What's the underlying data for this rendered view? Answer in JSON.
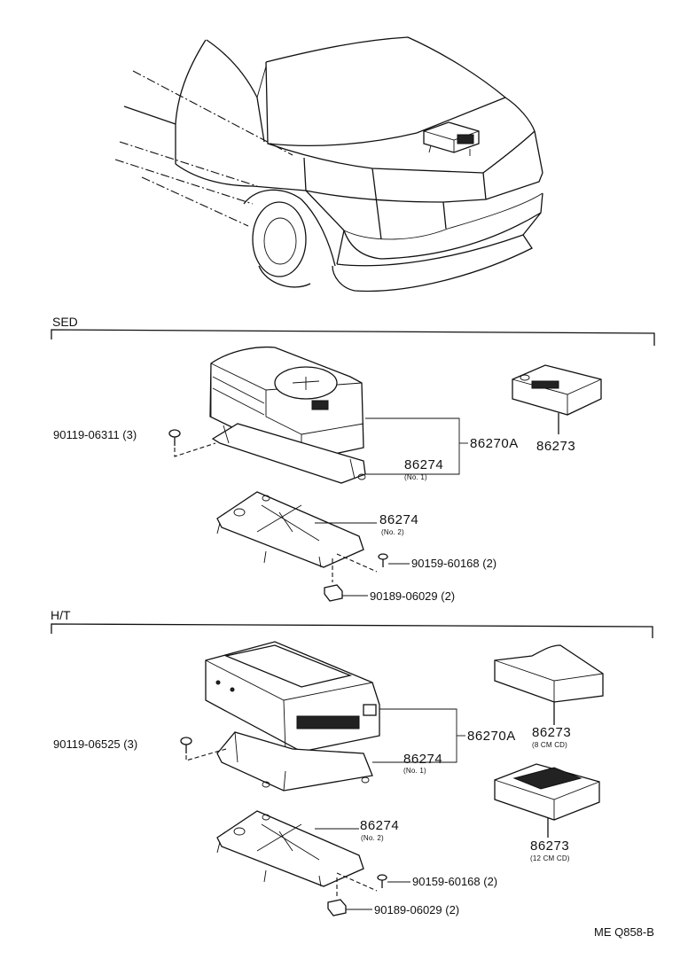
{
  "sections": {
    "sedan": "SED",
    "hardtop": "H/T"
  },
  "sed_parts": {
    "bolt": "90119-06311 (3)",
    "changer": "86270A",
    "bracket1": "86274",
    "bracket1_note": "(No. 1)",
    "bracket2": "86274",
    "bracket2_note": "(No. 2)",
    "screw": "90159-60168 (2)",
    "clip": "90189-06029 (2)",
    "magazine": "86273"
  },
  "ht_parts": {
    "bolt": "90119-06525 (3)",
    "changer": "86270A",
    "bracket1": "86274",
    "bracket1_note": "(No. 1)",
    "bracket2": "86274",
    "bracket2_note": "(No. 2)",
    "screw": "90159-60168 (2)",
    "clip": "90189-06029 (2)",
    "magazine_8": "86273",
    "magazine_8_note": "(8 CM CD)",
    "magazine_12": "86273",
    "magazine_12_note": "(12 CM CD)"
  },
  "figure_code": "ME  Q858-B"
}
